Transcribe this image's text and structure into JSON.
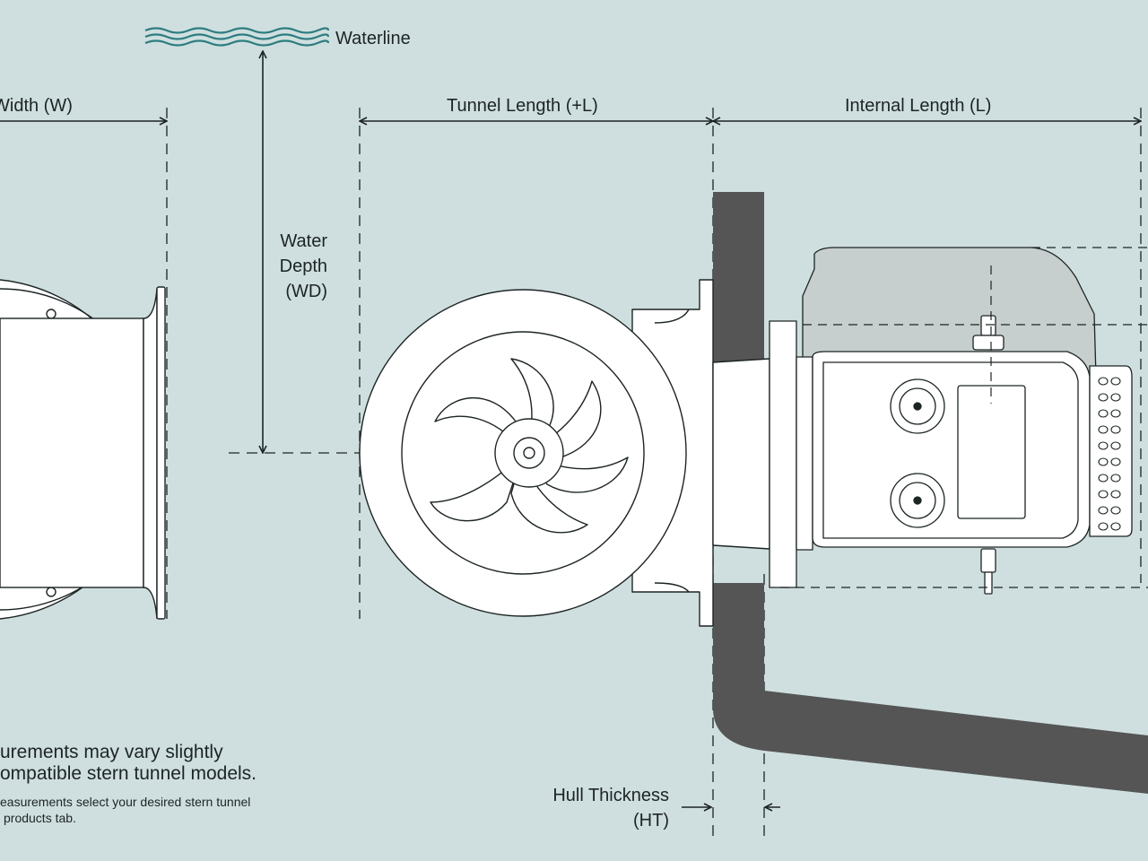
{
  "labels": {
    "waterline": "Waterline",
    "width": "Width (W)",
    "tunnel_length": "Tunnel Length (+L)",
    "internal_length": "Internal Length (L)",
    "water_depth_1": "Water",
    "water_depth_2": "Depth",
    "water_depth_3": "(WD)",
    "hull_thickness_1": "Hull Thickness",
    "hull_thickness_2": "(HT)"
  },
  "notes": {
    "line1": "urements may vary slightly",
    "line2": "ompatible stern tunnel models.",
    "small1": "easurements select your desired stern tunnel",
    "small2": "products tab."
  },
  "colors": {
    "background": "#cfdfdf",
    "line": "#1d2424",
    "hull": "#555555",
    "part_fill": "#ffffff",
    "motor_cover": "#c6cbcb"
  }
}
